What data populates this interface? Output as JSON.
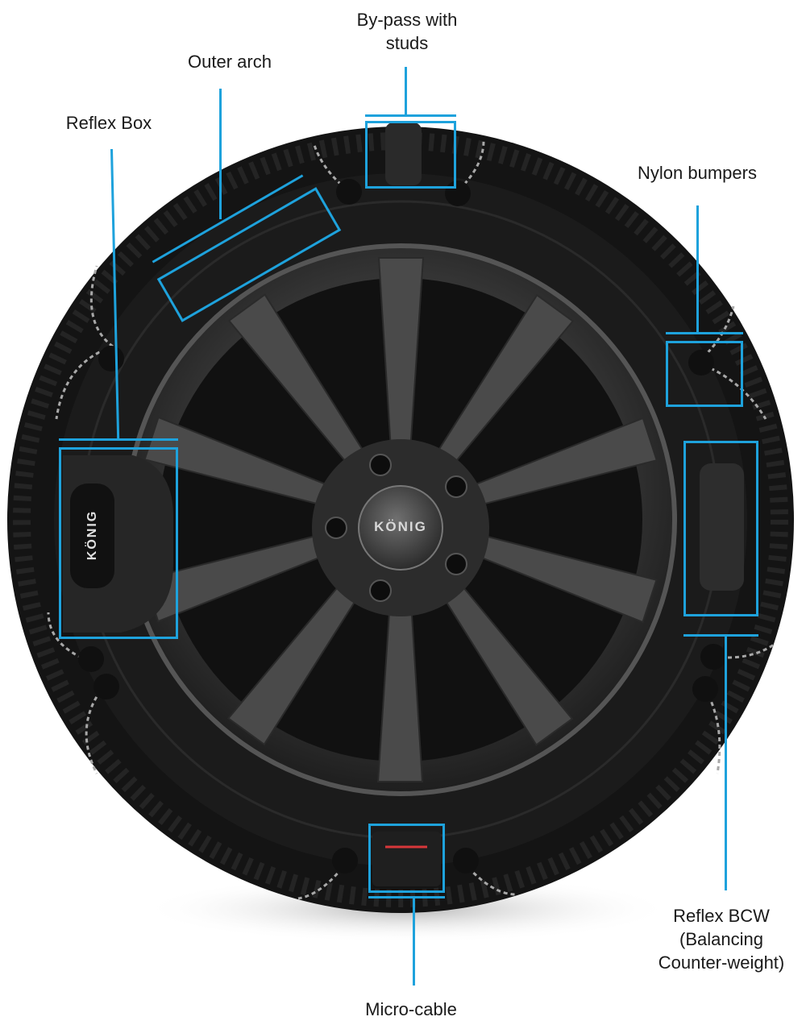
{
  "labels": {
    "bypass": [
      "By-pass with",
      "studs"
    ],
    "outer_arch": "Outer arch",
    "reflex_box": "Reflex Box",
    "nylon_bumpers": "Nylon bumpers",
    "reflex_bcw": [
      "Reflex BCW",
      "(Balancing",
      "Counter-weight)"
    ],
    "micro_cable": "Micro-cable"
  },
  "brand": {
    "hub_logo": "KÖNIG",
    "box_logo": "KÖNIG"
  },
  "colors": {
    "callout": "#1ea2dc",
    "tire": "#151515",
    "rim": "#3a3a3a",
    "background": "#ffffff"
  }
}
